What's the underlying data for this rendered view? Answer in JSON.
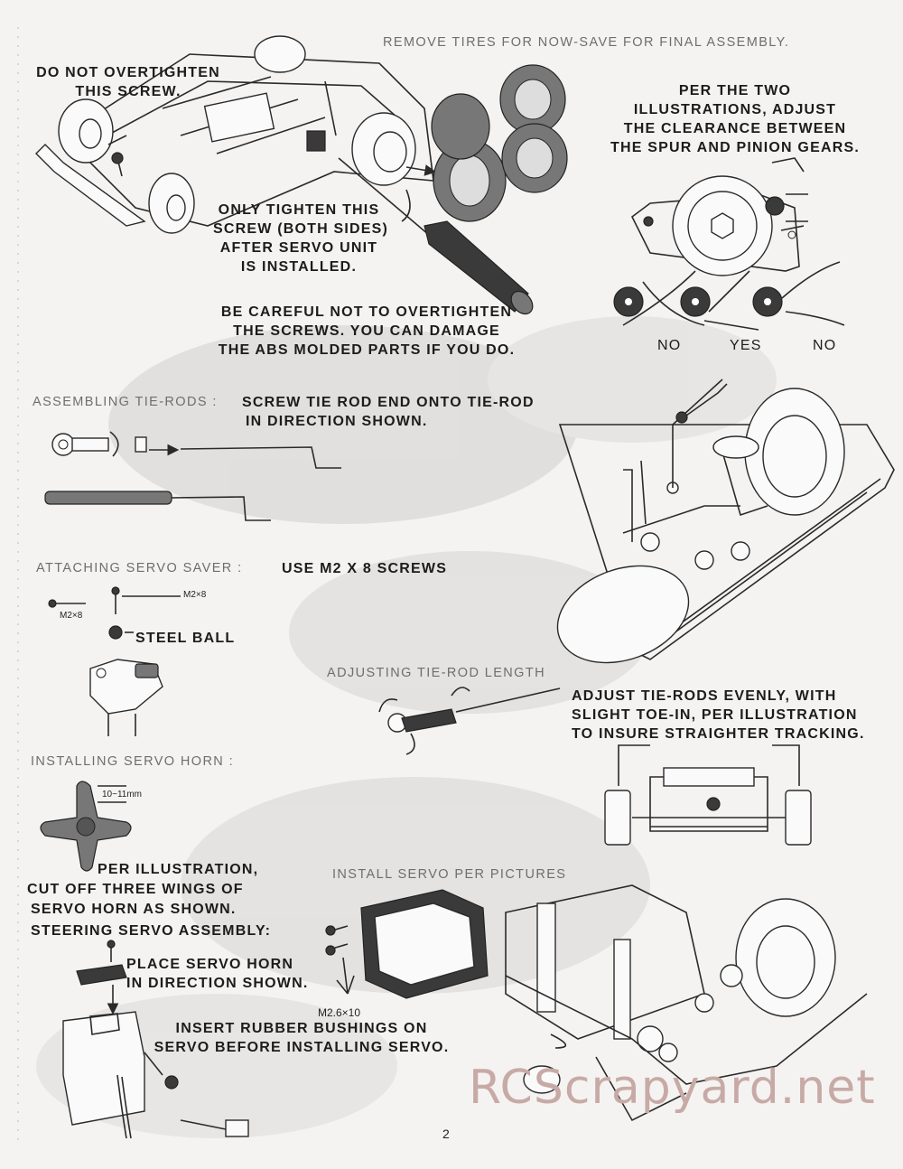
{
  "sections": {
    "remove_tires": "REMOVE TIRES FOR NOW-SAVE FOR FINAL ASSEMBLY.",
    "do_not_overtighten": [
      "DO NOT OVERTIGHTEN",
      "THIS SCREW."
    ],
    "only_tighten": [
      "ONLY TIGHTEN THIS",
      "SCREW (BOTH SIDES)",
      "AFTER SERVO UNIT",
      "IS INSTALLED."
    ],
    "be_careful": [
      "BE CAREFUL NOT TO OVERTIGHTEN",
      "THE SCREWS.  YOU CAN DAMAGE",
      "THE ABS MOLDED PARTS  IF YOU DO."
    ],
    "gear_clearance": [
      "PER THE TWO",
      "ILLUSTRATIONS, ADJUST",
      "THE CLEARANCE BETWEEN",
      "THE SPUR AND PINION GEARS."
    ],
    "gear_labels": [
      "NO",
      "YES",
      "NO"
    ],
    "tie_rods_heading": "ASSEMBLING TIE-RODS :",
    "tie_rods_text": [
      "SCREW TIE ROD END ONTO TIE-ROD",
      "IN  DIRECTION SHOWN."
    ],
    "servo_saver_heading": "ATTACHING SERVO SAVER :",
    "servo_saver_text": "USE  M2 X 8 SCREWS",
    "screw_label": "M2×8",
    "steel_ball": "STEEL BALL",
    "adjust_rod_heading": "ADJUSTING TIE-ROD LENGTH",
    "adjust_rod_text": [
      "ADJUST TIE-RODS EVENLY, WITH",
      "SLIGHT TOE-IN, PER ILLUSTRATION",
      "TO INSURE STRAIGHTER TRACKING."
    ],
    "servo_horn_heading": "INSTALLING SERVO HORN :",
    "horn_dimension": "10~11mm",
    "cut_wings": [
      "PER ILLUSTRATION,",
      "CUT OFF THREE WINGS OF",
      "SERVO HORN AS SHOWN."
    ],
    "steering_assembly": "STEERING SERVO ASSEMBLY:",
    "place_horn": [
      "PLACE SERVO HORN",
      "IN DIRECTION SHOWN."
    ],
    "rubber_bushings": [
      "INSERT RUBBER BUSHINGS ON",
      "SERVO BEFORE INSTALLING SERVO."
    ],
    "install_servo_heading": "INSTALL SERVO PER PICTURES",
    "servo_screw_label": "M2.6×10",
    "page_number": "2",
    "watermark": "RCScrapyard.net"
  }
}
